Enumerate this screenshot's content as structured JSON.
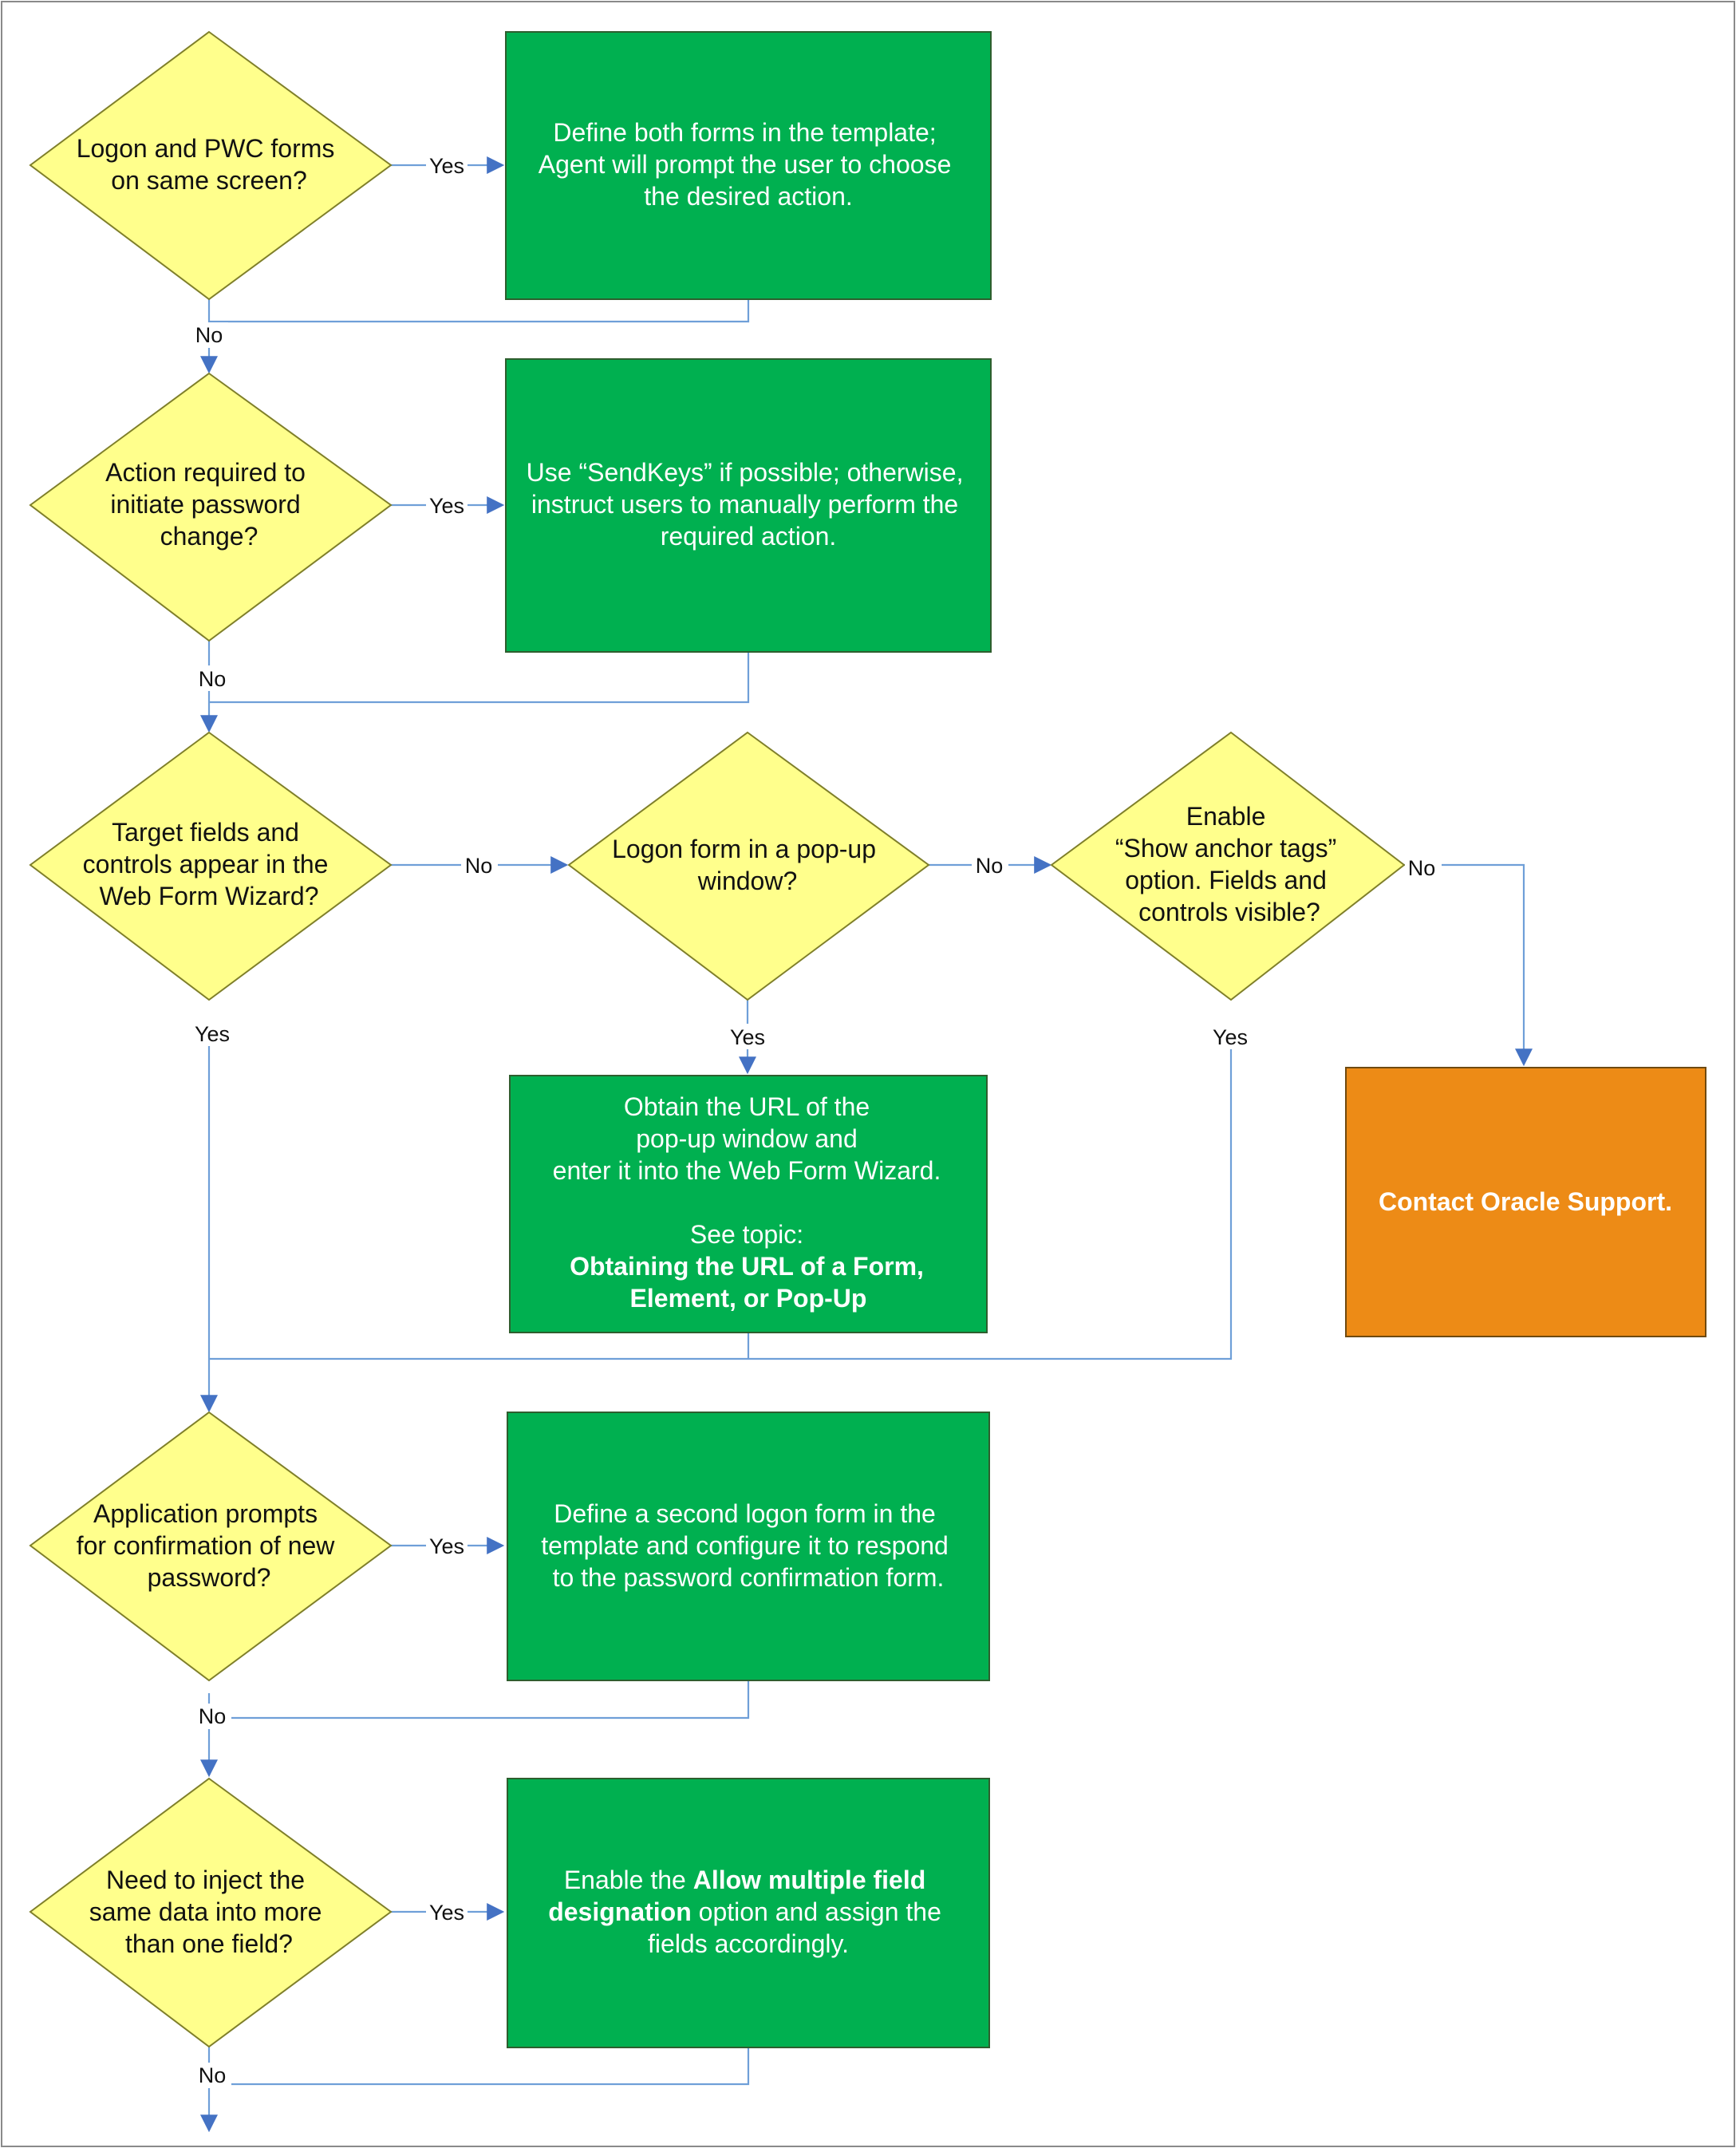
{
  "decisions": {
    "d1": [
      "Logon and PWC forms",
      "on same screen?"
    ],
    "d2": [
      "Action required to",
      "initiate password",
      "change?"
    ],
    "d3": [
      "Target fields and",
      "controls appear in the",
      "Web Form Wizard?"
    ],
    "d4": [
      "Logon form in a pop-up",
      "window?"
    ],
    "d5": [
      "Enable",
      "“Show anchor tags”",
      "option. Fields and",
      "controls visible?"
    ],
    "d6": [
      "Application prompts",
      "for confirmation of new",
      "password?"
    ],
    "d7": [
      "Need to inject the",
      "same data into more",
      "than one field?"
    ]
  },
  "actions": {
    "a1": [
      "Define both forms in the template;",
      "Agent will prompt the user to choose",
      "the desired action."
    ],
    "a2": [
      "Use “SendKeys” if possible; otherwise,",
      "instruct users to manually perform the",
      "required action."
    ],
    "a3": {
      "lines": [
        "Obtain the URL of the",
        "pop-up window and",
        "enter it into the Web Form Wizard."
      ],
      "see_topic": "See topic:",
      "topic_lines": [
        "Obtaining the URL of a Form,",
        "Element, or Pop-Up"
      ]
    },
    "a4": [
      "Define a second logon form in the",
      "template and configure it to respond",
      "to the password confirmation form."
    ],
    "a5": {
      "line1_prefix": "Enable the ",
      "line1_bold": "Allow multiple field",
      "line2_bold": "designation",
      "line2_suffix": " option and assign the",
      "line3": "fields accordingly."
    },
    "support": "Contact Oracle Support."
  },
  "labels": {
    "yes": "Yes",
    "no": "No"
  },
  "colors": {
    "decision_fill": "#ffff8c",
    "action_fill": "#00b050",
    "support_fill": "#ed8b16",
    "connector": "#6f9fd8",
    "arrowhead": "#4472c4"
  }
}
